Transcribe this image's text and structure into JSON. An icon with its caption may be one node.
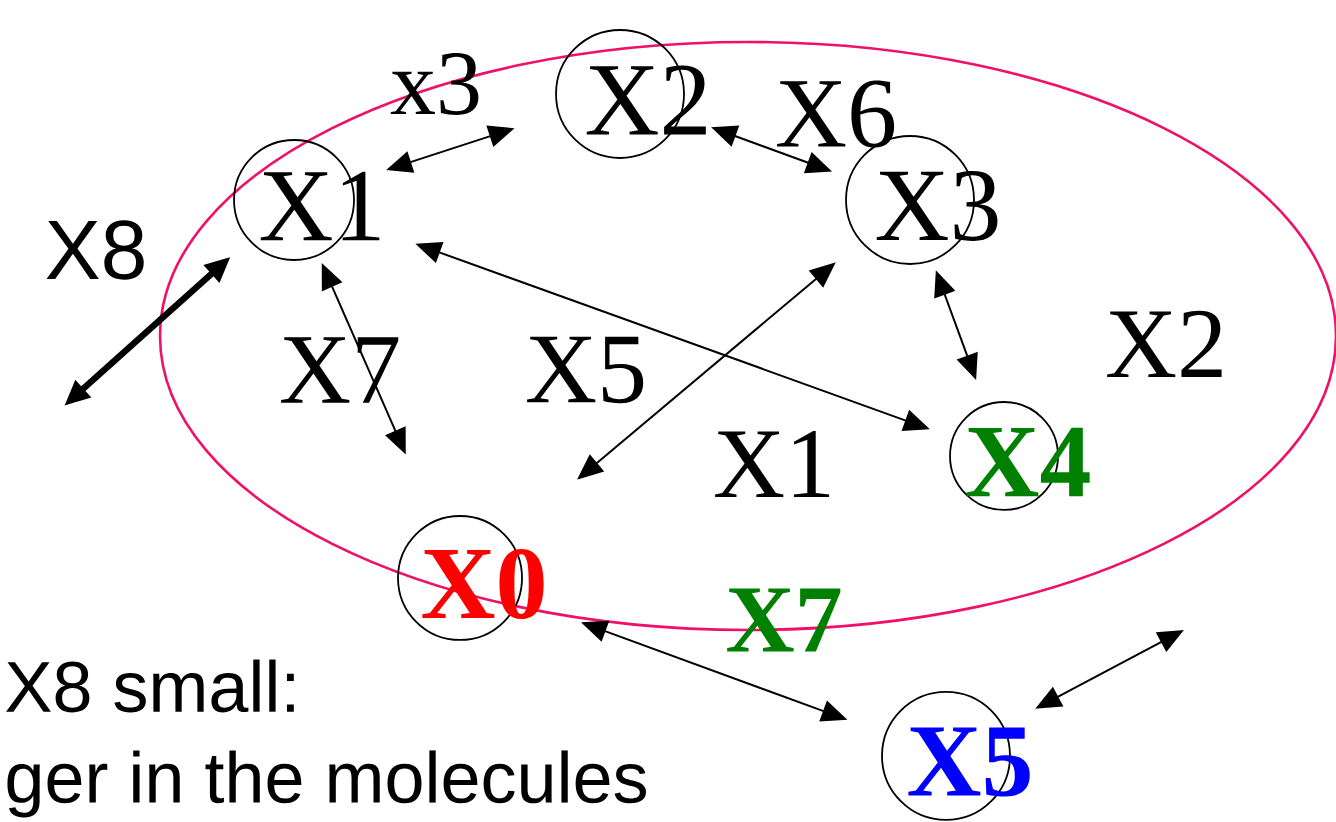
{
  "diagram": {
    "nodes": [
      {
        "text": [],
        "shape": "ellipse"
      },
      {
        "text": [
          "X1"
        ],
        "in": 0
      },
      {
        "text": [
          "X2"
        ],
        "in": 0
      },
      {
        "text": [
          "X3"
        ],
        "in": 0
      },
      {
        "text": [
          "X4"
        ],
        "in": 0
      },
      {
        "text": [
          "X0"
        ]
      },
      {
        "text": [
          "X5"
        ]
      }
    ],
    "edges": [
      {
        "from": 1,
        "to": 2,
        "arrow": "both"
      },
      {
        "from": 2,
        "to": 3,
        "arrow": "both"
      },
      {
        "from": 1,
        "to": 5,
        "arrow": "both"
      },
      {
        "from": 5,
        "to": 3,
        "arrow": "both"
      },
      {
        "from": 1,
        "to": 4,
        "arrow": "both"
      },
      {
        "from": 3,
        "to": 4,
        "arrow": "both"
      },
      {
        "from": null,
        "to": 1,
        "arrow": "both",
        "style": "thick"
      },
      {
        "from": 5,
        "to": 6,
        "arrow": "both"
      },
      {
        "from": 6,
        "to": null,
        "arrow": "both"
      }
    ],
    "labels": [
      "x3",
      "X6",
      "X8",
      "X7",
      "X5",
      "X1",
      "X2",
      "X7",
      "X8 small:",
      "ger in the molecules"
    ]
  }
}
